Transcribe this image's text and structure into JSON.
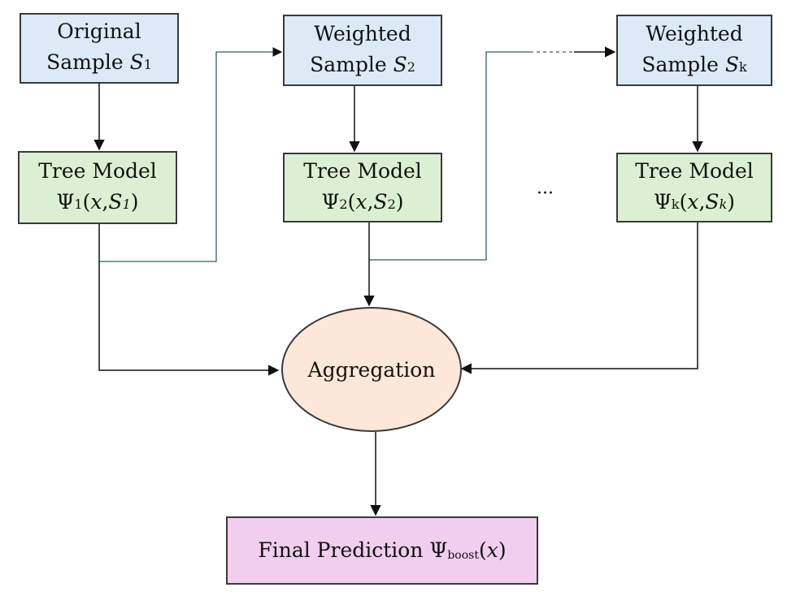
{
  "samples": [
    {
      "line1": "Original",
      "line2_prefix": "Sample ",
      "symbol": "S",
      "index": "1"
    },
    {
      "line1": "Weighted",
      "line2_prefix": "Sample ",
      "symbol": "S",
      "index": "2"
    },
    {
      "line1": "Weighted",
      "line2_prefix": "Sample ",
      "symbol": "S",
      "index": "k"
    }
  ],
  "trees": [
    {
      "title": "Tree Model",
      "psi": "Ψ",
      "index": "1",
      "open": "(",
      "x": "x",
      "comma": ",",
      "s": "S",
      "s_index": "1",
      "close": ")"
    },
    {
      "title": "Tree Model",
      "psi": "Ψ",
      "index": "2",
      "open": "(",
      "x": "x",
      "comma": ",",
      "s": "S",
      "s_index": "2",
      "close": ")"
    },
    {
      "title": "Tree Model",
      "psi": "Ψ",
      "index": "k",
      "open": "(",
      "x": "x",
      "comma": ",",
      "s": "S",
      "s_index": "k",
      "close": ")"
    }
  ],
  "ellipsis": "···",
  "aggregation": "Aggregation",
  "final": {
    "prefix": "Final Prediction ",
    "psi": "Ψ",
    "sub": "boost",
    "open": "(",
    "x": "x",
    "close": ")"
  }
}
